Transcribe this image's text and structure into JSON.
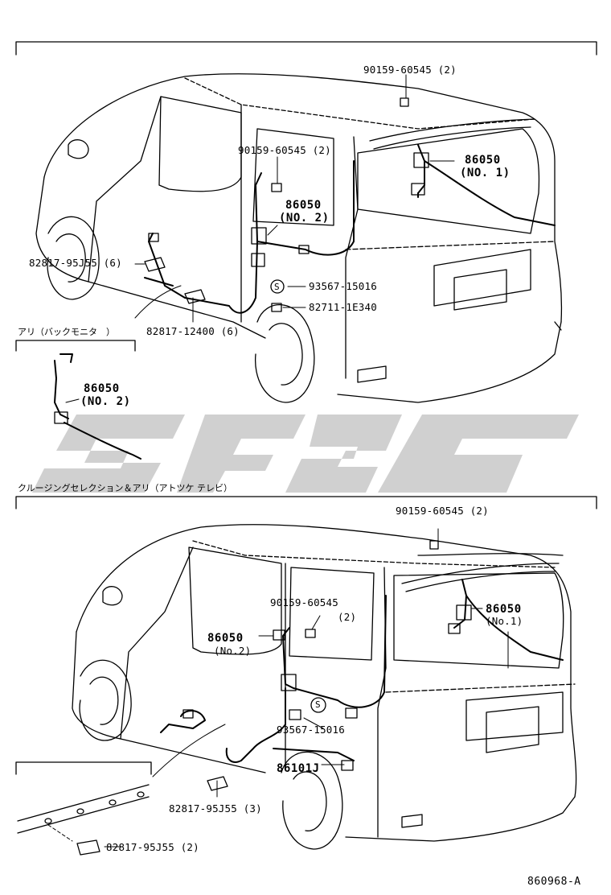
{
  "top": {
    "labels": {
      "bolt_top": "90159-60545 (2)",
      "bolt_mid": "90159-60545 (2)",
      "p86050_no1_a": "86050",
      "p86050_no1_b": "(NO. 1)",
      "p86050_no2_a": "86050",
      "p86050_no2_b": "(NO. 2)",
      "clip_left": "82817-95J55 (6)",
      "clip_bottom": "82817-12400 (6)",
      "grommet": "93567-15016",
      "clamp": "82711-1E340",
      "s_mark": "S"
    },
    "inset": {
      "caption": "アリ（バックモニタ　）",
      "part_a": "86050",
      "part_b": "(NO. 2)"
    }
  },
  "bottom": {
    "caption": "クルージングセレクション＆アリ（アトツケ テレビ）",
    "labels": {
      "bolt_top": "90159-60545 (2)",
      "bolt_mid_a": "90159-60545",
      "bolt_mid_b": "(2)",
      "p86050_no1_a": "86050",
      "p86050_no1_b": "(No.1)",
      "p86050_no2_a": "86050",
      "p86050_no2_b": "(No.2)",
      "grommet": "93567-15016",
      "p86101": "86101J",
      "clip_a": "82817-95J55 (3)",
      "clip_b": "82817-95J55 (2)",
      "s_mark": "S"
    }
  },
  "watermark": {
    "color": "#c8c8c8"
  },
  "figure_ref": "860968-A"
}
